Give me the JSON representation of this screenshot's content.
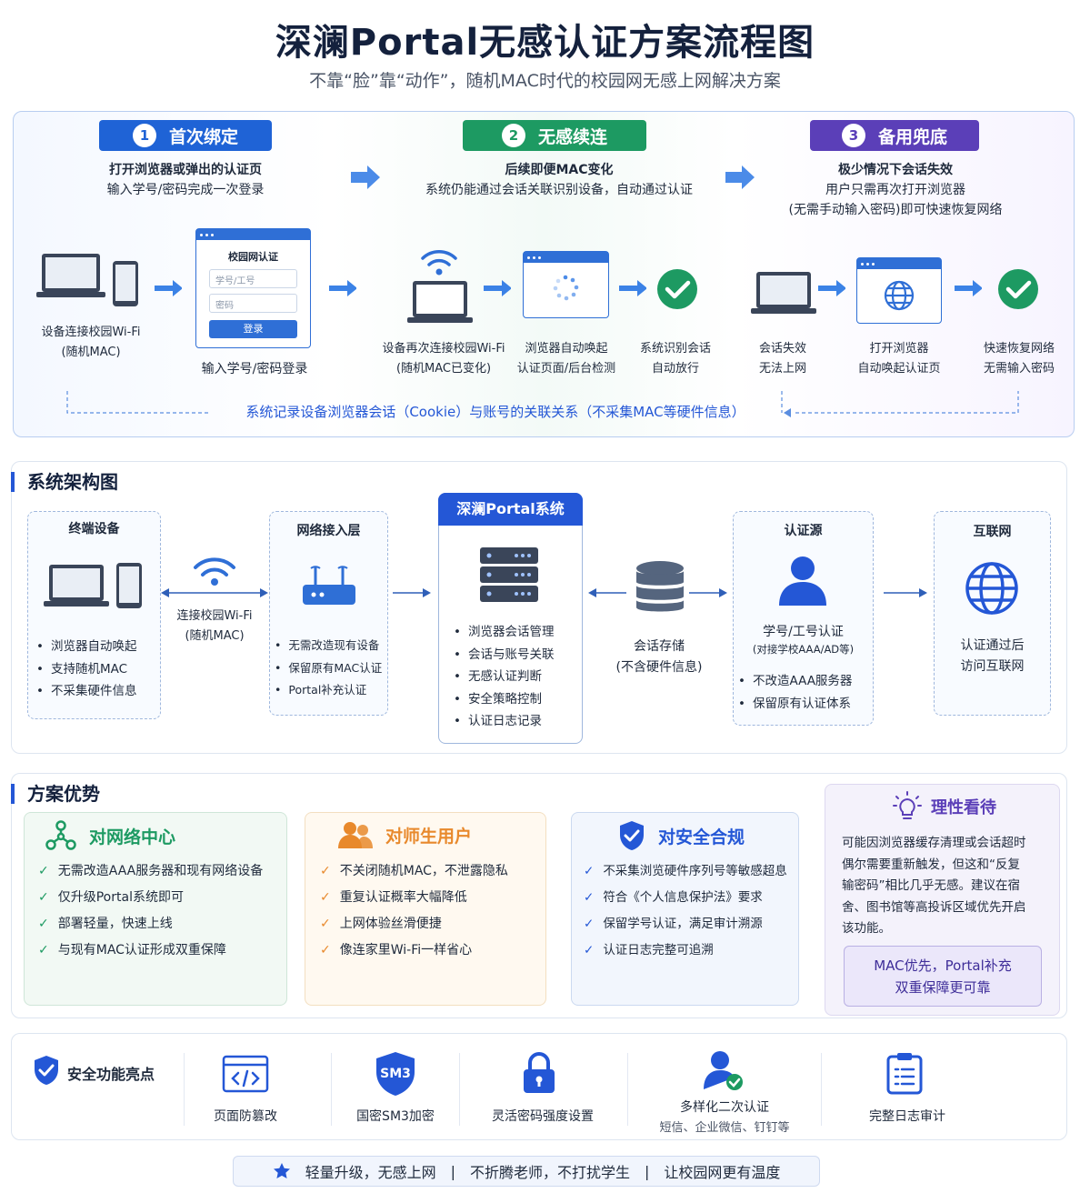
{
  "header": {
    "title": "深澜Portal无感认证方案流程图",
    "subtitle": "不靠“脸”靠“动作”，随机MAC时代的校园网无感上网解决方案"
  },
  "flow": {
    "step1": {
      "num": "1",
      "label": "首次绑定",
      "line1": "打开浏览器或弹出的认证页",
      "line2": "输入学号/密码完成一次登录",
      "device_label1": "设备连接校园Wi-Fi",
      "device_label2": "(随机MAC)",
      "form_title": "校园网认证",
      "form_user": "学号/工号",
      "form_pass": "密码",
      "form_button": "登录",
      "form_label": "输入学号/密码登录"
    },
    "step2": {
      "num": "2",
      "label": "无感续连",
      "line1": "后续即便MAC变化",
      "line2": "系统仍能通过会话关联识别设备，自动通过认证",
      "a_label1": "设备再次连接校园Wi-Fi",
      "a_label2": "(随机MAC已变化)",
      "b_label1": "浏览器自动唤起",
      "b_label2": "认证页面/后台检测",
      "c_label1": "系统识别会话",
      "c_label2": "自动放行"
    },
    "step3": {
      "num": "3",
      "label": "备用兜底",
      "line1": "极少情况下会话失效",
      "line2": "用户只需再次打开浏览器",
      "line3": "(无需手动输入密码)即可快速恢复网络",
      "a_label1": "会话失效",
      "a_label2": "无法上网",
      "b_label1": "打开浏览器",
      "b_label2": "自动唤起认证页",
      "c_label1": "快速恢复网络",
      "c_label2": "无需输入密码"
    },
    "note": "系统记录设备浏览器会话（Cookie）与账号的关联关系（不采集MAC等硬件信息）"
  },
  "arch": {
    "title": "系统架构图",
    "terminal": {
      "title": "终端设备",
      "items": [
        "浏览器自动唤起",
        "支持随机MAC",
        "不采集硬件信息"
      ]
    },
    "wifi": {
      "line1": "连接校园Wi-Fi",
      "line2": "(随机MAC)"
    },
    "access": {
      "title": "网络接入层",
      "items": [
        "无需改造现有设备",
        "保留原有MAC认证",
        "Portal补充认证"
      ]
    },
    "portal": {
      "title": "深澜Portal系统",
      "items": [
        "浏览器会话管理",
        "会话与账号关联",
        "无感认证判断",
        "安全策略控制",
        "认证日志记录"
      ]
    },
    "storage": {
      "line1": "会话存储",
      "line2": "(不含硬件信息)"
    },
    "auth": {
      "title": "认证源",
      "line1": "学号/工号认证",
      "line2": "(对接学校AAA/AD等)",
      "items": [
        "不改造AAA服务器",
        "保留原有认证体系"
      ]
    },
    "internet": {
      "title": "互联网",
      "line1": "认证通过后",
      "line2": "访问互联网"
    }
  },
  "advantages": {
    "title": "方案优势",
    "network": {
      "title": "对网络中心",
      "items": [
        "无需改造AAA服务器和现有网络设备",
        "仅升级Portal系统即可",
        "部署轻量，快速上线",
        "与现有MAC认证形成双重保障"
      ]
    },
    "users": {
      "title": "对师生用户",
      "items": [
        "不关闭随机MAC，不泄露隐私",
        "重复认证概率大幅降低",
        "上网体验丝滑便捷",
        "像连家里Wi-Fi一样省心"
      ]
    },
    "security": {
      "title": "对安全合规",
      "items": [
        "不采集浏览硬件序列号等敏感超息",
        "符合《个人信息保护法》要求",
        "保留学号认证，满足审计溯源",
        "认证日志完整可追溯"
      ]
    },
    "rational": {
      "title": "理性看待",
      "lines": [
        "可能因浏览器缓存清理或会话超时",
        "偶尔需要重新触发，但这和“反复",
        "输密码”相比几乎无感。建议在宿",
        "舍、图书馆等高投诉区域优先开启",
        "该功能。"
      ],
      "box1": "MAC优先，Portal补充",
      "box2": "双重保障更可靠"
    }
  },
  "features": {
    "title": "安全功能亮点",
    "items": [
      {
        "label": "页面防篡改"
      },
      {
        "label": "国密SM3加密",
        "icon_text": "SM3"
      },
      {
        "label": "灵活密码强度设置"
      },
      {
        "label": "多样化二次认证",
        "sub": "短信、企业微信、钉钉等"
      },
      {
        "label": "完整日志审计"
      }
    ]
  },
  "footer": {
    "a": "轻量升级，无感上网",
    "sep1": "|",
    "b": "不折腾老师，不打扰学生",
    "sep2": "|",
    "c": "让校园网更有温度"
  },
  "colors": {
    "blue": "#1f63d6",
    "green": "#1d9a62",
    "purple": "#5b3fb8",
    "orange": "#e8892c"
  }
}
